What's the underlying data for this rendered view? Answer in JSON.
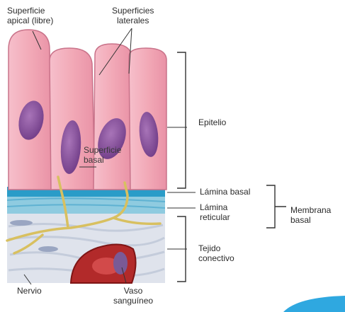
{
  "labels": {
    "apical_line1": "Superficie",
    "apical_line2": "apical (libre)",
    "laterales_line1": "Superficies",
    "laterales_line2": "laterales",
    "basal_line1": "Superficie",
    "basal_line2": "basal",
    "epitelio": "Epitelio",
    "lamina_basal": "Lámina basal",
    "lamina_reticular_line1": "Lámina",
    "lamina_reticular_line2": "reticular",
    "membrana_line1": "Membrana",
    "membrana_line2": "basal",
    "tejido_line1": "Tejido",
    "tejido_line2": "conectivo",
    "nervio": "Nervio",
    "vaso_line1": "Vaso",
    "vaso_line2": "sanguíneo"
  },
  "colors": {
    "cell_fill": "#f2a9b7",
    "cell_stroke": "#c9738a",
    "nucleus": "#8a4f9a",
    "basal_lamina": "#2a9cc8",
    "reticular": "#8fcbe0",
    "connective": "#dfe3ec",
    "nerve": "#d8c060",
    "vessel": "#b22a2a",
    "accent_corner": "#2fa8e0"
  }
}
